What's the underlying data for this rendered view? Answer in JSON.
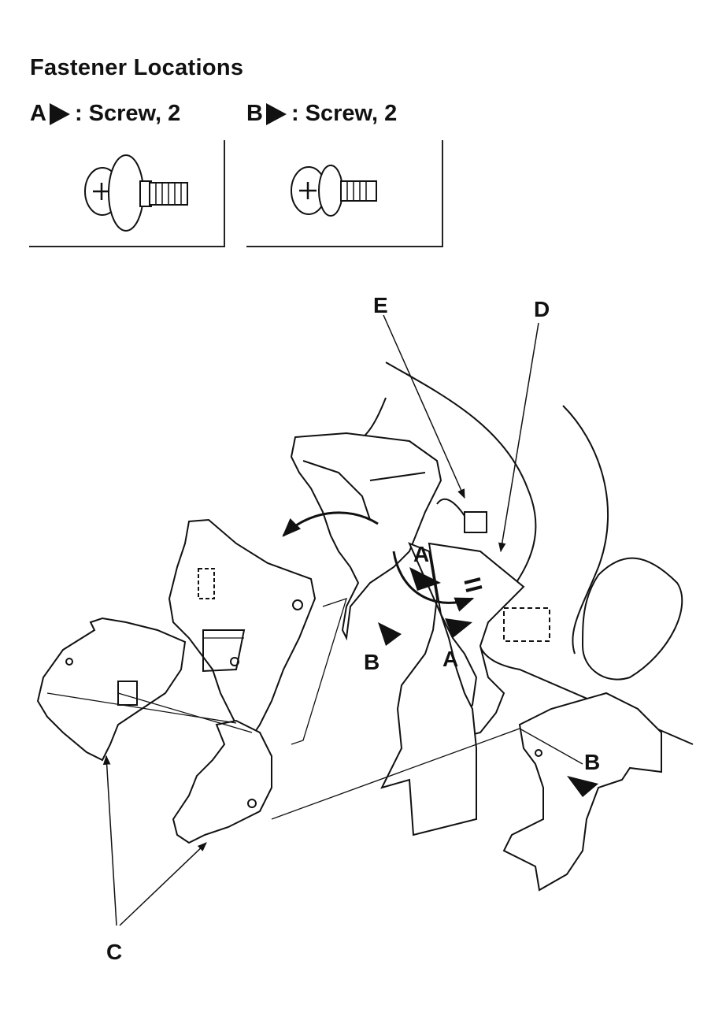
{
  "header": {
    "title": "Fastener Locations"
  },
  "legend": [
    {
      "key": "A",
      "text": ": Screw, 2"
    },
    {
      "key": "B",
      "text": ": Screw, 2"
    }
  ],
  "labels": {
    "a1": "A",
    "a2": "A",
    "b1": "B",
    "b2": "B",
    "c": "C",
    "d": "D",
    "e": "E"
  },
  "colors": {
    "ink": "#111111",
    "paper": "#ffffff"
  }
}
